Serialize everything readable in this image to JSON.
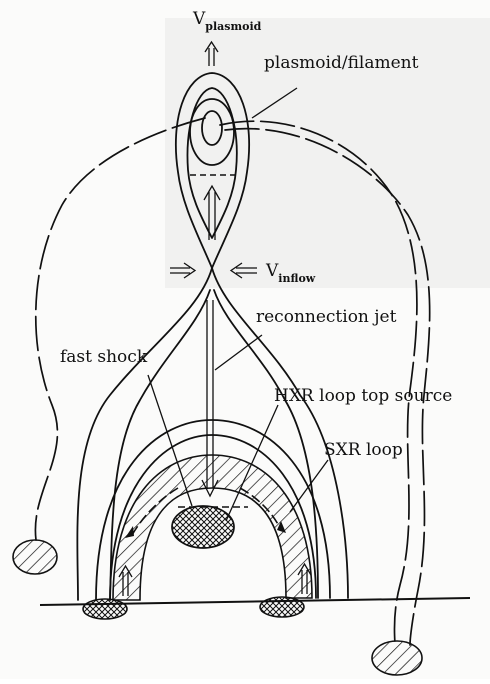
{
  "labels": {
    "v_plasmoid_main": "V",
    "v_plasmoid_sub": "plasmoid",
    "plasmoid_filament": "plasmoid/filament",
    "v_inflow_main": "V",
    "v_inflow_sub": "inflow",
    "reconnection_jet": "reconnection jet",
    "fast_shock": "fast shock",
    "hxr_loop_top_source": "HXR loop top source",
    "sxr_loop": "SXR loop"
  },
  "colors": {
    "ink": "#111111",
    "paper": "#fbfbfa"
  }
}
